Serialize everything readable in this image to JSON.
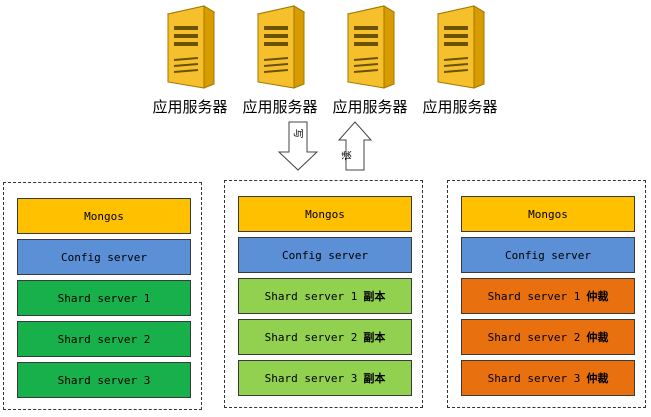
{
  "servers": [
    {
      "label": "应用服务器"
    },
    {
      "label": "应用服务器"
    },
    {
      "label": "应用服务器"
    },
    {
      "label": "应用服务器"
    }
  ],
  "arrows": {
    "down_label": "写",
    "up_label": "读"
  },
  "clusters": [
    {
      "mongos": "Mongos",
      "config": "Config server",
      "shards": [
        {
          "label": "Shard server 1",
          "suffix": ""
        },
        {
          "label": "Shard server 2",
          "suffix": ""
        },
        {
          "label": "Shard server 3",
          "suffix": ""
        }
      ],
      "shard_color": "#17b04a"
    },
    {
      "mongos": "Mongos",
      "config": "Config server",
      "shards": [
        {
          "label": "Shard server 1",
          "suffix": "副本"
        },
        {
          "label": "Shard server 2",
          "suffix": "副本"
        },
        {
          "label": "Shard server 3",
          "suffix": "副本"
        }
      ],
      "shard_color": "#92d050"
    },
    {
      "mongos": "Mongos",
      "config": "Config server",
      "shards": [
        {
          "label": "Shard server 1",
          "suffix": "仲裁"
        },
        {
          "label": "Shard server 2",
          "suffix": "仲裁"
        },
        {
          "label": "Shard server 3",
          "suffix": "仲裁"
        }
      ],
      "shard_color": "#e8700f"
    }
  ],
  "colors": {
    "mongos": "#ffc000",
    "config": "#5b8fd6",
    "server_icon": "#f5c02c"
  }
}
